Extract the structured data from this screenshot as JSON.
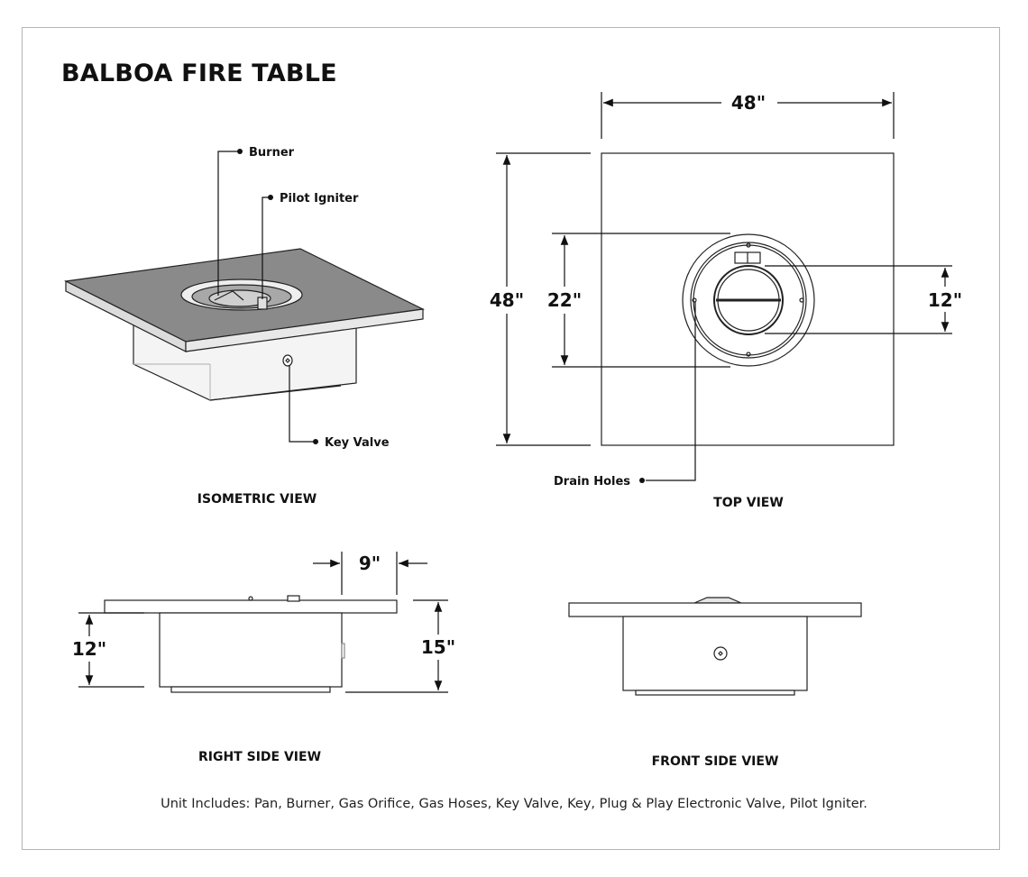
{
  "title": "BALBOA FIRE TABLE",
  "labels": {
    "burner": "Burner",
    "pilot_igniter": "Pilot Igniter",
    "key_valve": "Key Valve",
    "drain_holes": "Drain Holes"
  },
  "views": {
    "isometric": "ISOMETRIC VIEW",
    "top": "TOP VIEW",
    "right_side": "RIGHT SIDE VIEW",
    "front_side": "FRONT SIDE VIEW"
  },
  "dimensions": {
    "top_width": "48\"",
    "top_depth": "48\"",
    "pan_diameter": "22\"",
    "burner_diameter": "12\"",
    "side_overhang": "9\"",
    "base_height": "12\"",
    "total_height": "15\""
  },
  "footer": "Unit Includes: Pan, Burner, Gas Orifice, Gas Hoses, Key Valve, Key, Plug & Play Electronic Valve, Pilot Igniter."
}
